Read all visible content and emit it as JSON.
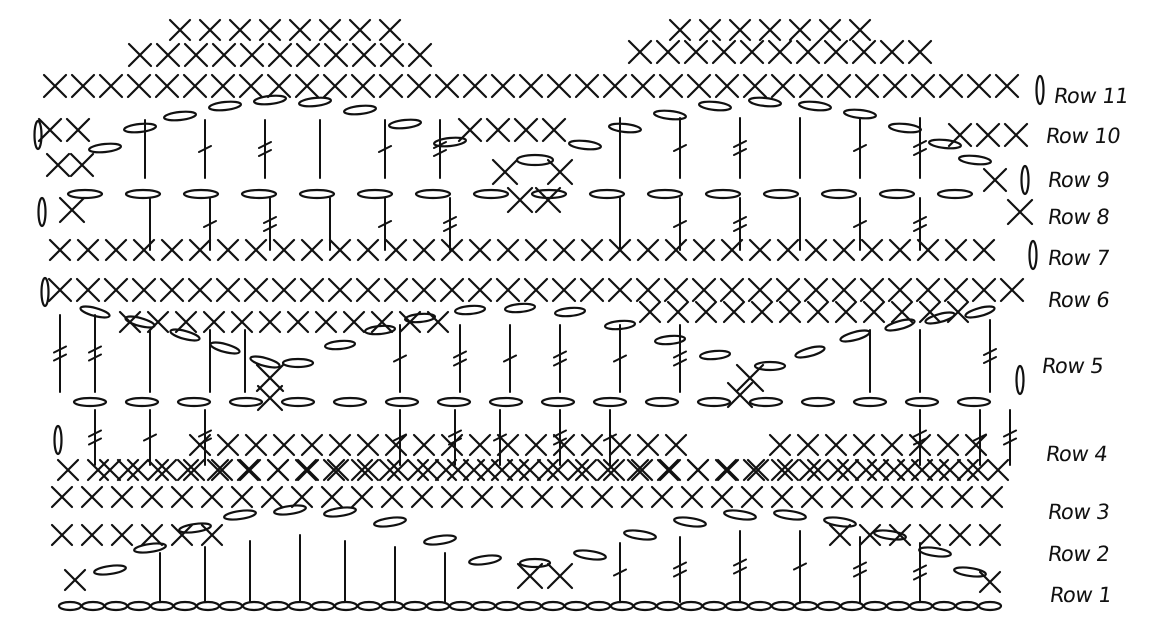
{
  "chart": {
    "row_labels": [
      "Row 1",
      "Row 2",
      "Row 3",
      "Row 4",
      "Row 5",
      "Row 6",
      "Row 7",
      "Row 8",
      "Row 9",
      "Row 10",
      "Row 11"
    ],
    "ink_color": "#111111",
    "background_color": "#ffffff"
  }
}
